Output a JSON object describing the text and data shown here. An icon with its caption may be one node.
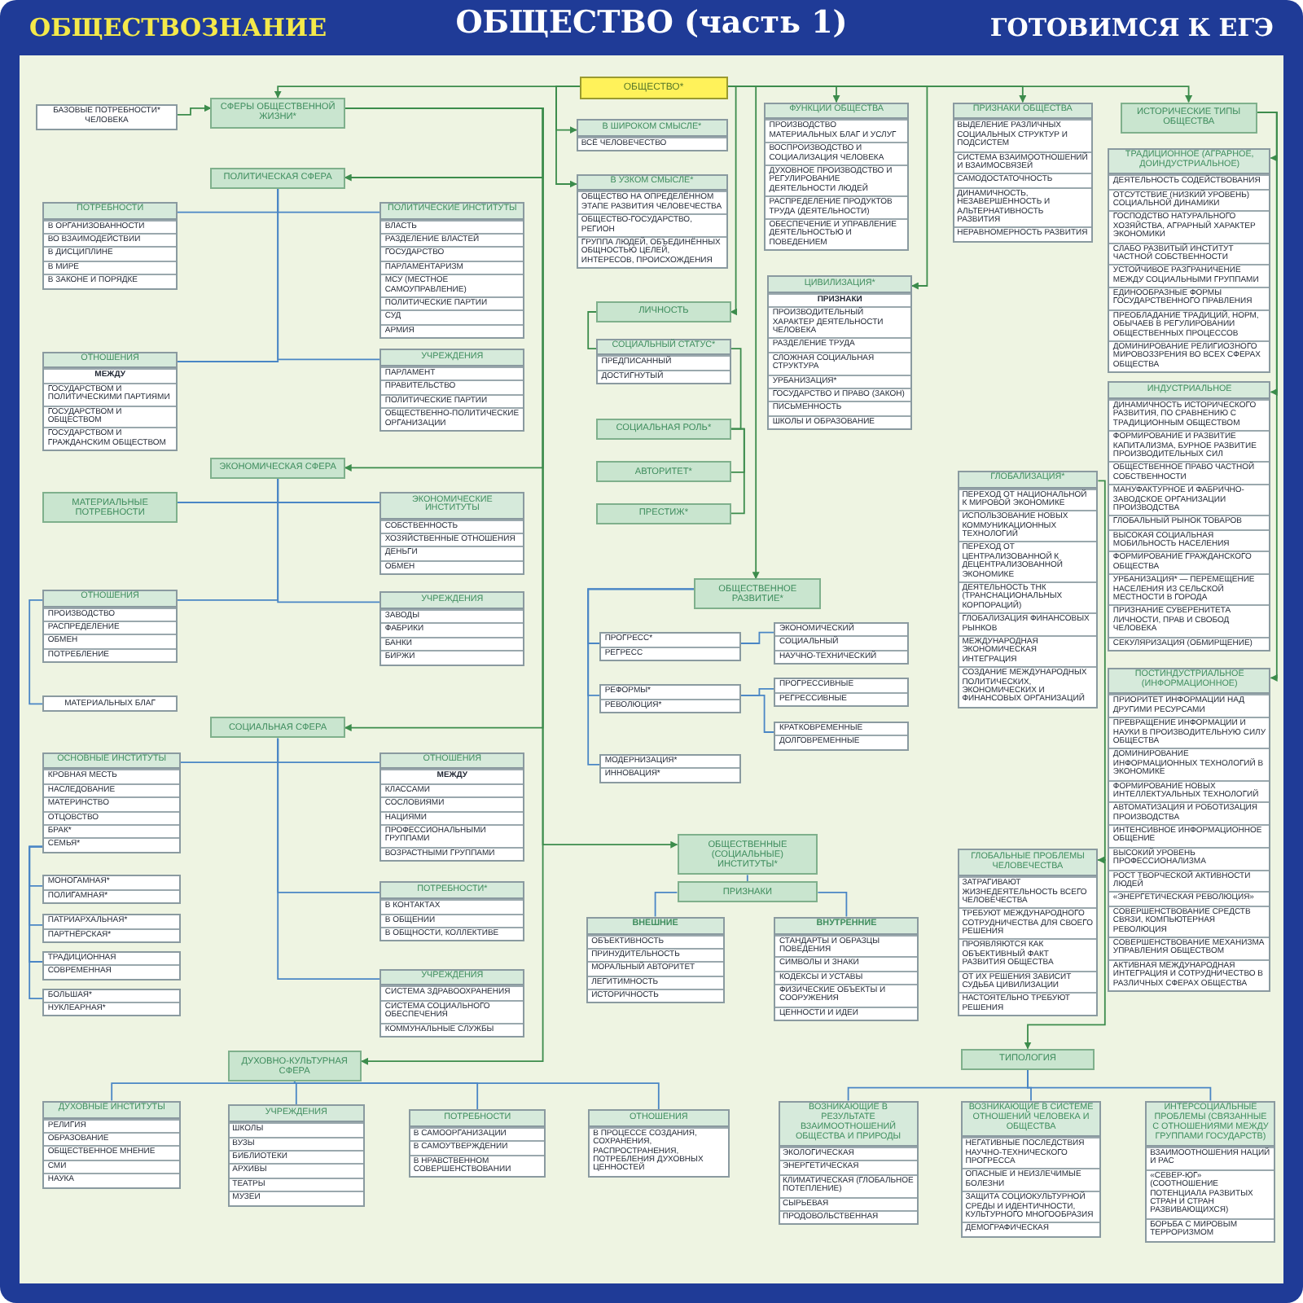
{
  "diagram": {
    "title": "ОБЩЕСТВО (часть 1)",
    "nodes": [
      {
        "text": [
          "ОБЩЕСТВО*"
        ]
      },
      {
        "text": [
          "БАЗОВЫЕ ПОТРЕБНОСТИ* ЧЕЛОВЕКА"
        ]
      },
      {
        "text": [
          "СФЕРЫ ОБЩЕСТВЕННОЙ ЖИЗНИ*"
        ]
      },
      {
        "text": [
          "В ШИРОКОМ СМЫСЛЕ*",
          "ВСЁ ЧЕЛОВЕЧЕСТВО"
        ]
      },
      {
        "text": [
          "В УЗКОМ СМЫСЛЕ*",
          "ОБЩЕСТВО НА ОПРЕДЕЛЁННОМ ЭТАПЕ РАЗВИТИЯ ЧЕЛОВЕЧЕСТВА",
          "ОБЩЕСТВО-ГОСУДАРСТВО, РЕГИОН",
          "ГРУППА ЛЮДЕЙ, ОБЪЕДИНЁННЫХ ОБЩНОСТЬЮ ЦЕЛЕЙ, ИНТЕРЕСОВ, ПРОИСХОЖДЕНИЯ"
        ]
      },
      {
        "text": [
          "ФУНКЦИИ ОБЩЕСТВА",
          "ПРОИЗВОДСТВО МАТЕРИАЛЬНЫХ БЛАГ И УСЛУГ",
          "ВОСПРОИЗВОДСТВО И СОЦИАЛИЗАЦИЯ ЧЕЛОВЕКА",
          "ДУХОВНОЕ ПРОИЗВОДСТВО И РЕГУЛИРОВАНИЕ ДЕЯТЕЛЬНОСТИ ЛЮДЕЙ",
          "РАСПРЕДЕЛЕНИЕ ПРОДУКТОВ ТРУДА (ДЕЯТЕЛЬНОСТИ)",
          "ОБЕСПЕЧЕНИЕ И УПРАВЛЕНИЕ ДЕЯТЕЛЬНОСТЬЮ И ПОВЕДЕНИЕМ"
        ]
      },
      {
        "text": [
          "ПРИЗНАКИ ОБЩЕСТВА",
          "ВЫДЕЛЕНИЕ РАЗЛИЧНЫХ СОЦИАЛЬНЫХ СТРУКТУР И ПОДСИСТЕМ",
          "СИСТЕМА ВЗАИМООТНОШЕНИЙ И ВЗАИМОСВЯЗЕЙ",
          "САМОДОСТАТОЧНОСТЬ",
          "ДИНАМИЧНОСТЬ, НЕЗАВЕРШЁННОСТЬ И АЛЬТЕРНАТИВНОСТЬ РАЗВИТИЯ",
          "НЕРАВНОМЕРНОСТЬ РАЗВИТИЯ"
        ]
      },
      {
        "text": [
          "ИСТОРИЧЕСКИЕ ТИПЫ ОБЩЕСТВА"
        ]
      },
      {
        "text": [
          "ТРАДИЦИОННОЕ (АГРАРНОЕ, ДОИНДУСТРИАЛЬНОЕ)",
          "ДЕЯТЕЛЬНОСТЬ СОДЕЙСТВОВАНИЯ",
          "ОТСУТСТВИЕ (НИЗКИЙ УРОВЕНЬ) СОЦИАЛЬНОЙ ДИНАМИКИ",
          "ГОСПОДСТВО НАТУРАЛЬНОГО ХОЗЯЙСТВА, АГРАРНЫЙ ХАРАКТЕР ЭКОНОМИКИ",
          "СЛАБО РАЗВИТЫЙ ИНСТИТУТ ЧАСТНОЙ СОБСТВЕННОСТИ",
          "УСТОЙЧИВОЕ РАЗГРАНИЧЕНИЕ МЕЖДУ СОЦИАЛЬНЫМИ ГРУППАМИ",
          "ЕДИНООБРАЗНЫЕ ФОРМЫ ГОСУДАРСТВЕННОГО ПРАВЛЕНИЯ",
          "ПРЕОБЛАДАНИЕ ТРАДИЦИЙ, НОРМ, ОБЫЧАЕВ В РЕГУЛИРОВАНИИ ОБЩЕСТВЕННЫХ ПРОЦЕССОВ",
          "ДОМИНИРОВАНИЕ РЕЛИГИОЗНОГО МИРОВОЗЗРЕНИЯ ВО ВСЕХ СФЕРАХ ОБЩЕСТВА"
        ]
      },
      {
        "text": [
          "ИНДУСТРИАЛЬНОЕ",
          "ДИНАМИЧНОСТЬ ИСТОРИЧЕСКОГО РАЗВИТИЯ, ПО СРАВНЕНИЮ С ТРАДИЦИОННЫМ ОБЩЕСТВОМ",
          "ФОРМИРОВАНИЕ И РАЗВИТИЕ КАПИТАЛИЗМА, БУРНОЕ РАЗВИТИЕ ПРОИЗВОДИТЕЛЬНЫХ СИЛ",
          "ОБЩЕСТВЕННОЕ ПРАВО ЧАСТНОЙ СОБСТВЕННОСТИ",
          "МАНУФАКТУРНОЕ И ФАБРИЧНО-ЗАВОДСКОЕ ОРГАНИЗАЦИИ ПРОИЗВОДСТВА",
          "ГЛОБАЛЬНЫЙ РЫНОК ТОВАРОВ",
          "ВЫСОКАЯ СОЦИАЛЬНАЯ МОБИЛЬНОСТЬ НАСЕЛЕНИЯ",
          "ФОРМИРОВАНИЕ ГРАЖДАНСКОГО ОБЩЕСТВА",
          "УРБАНИЗАЦИЯ* — ПЕРЕМЕЩЕНИЕ НАСЕЛЕНИЯ ИЗ СЕЛЬСКОЙ МЕСТНОСТИ В ГОРОДА",
          "ПРИЗНАНИЕ СУВЕРЕНИТЕТА ЛИЧНОСТИ, ПРАВ И СВОБОД ЧЕЛОВЕКА",
          "СЕКУЛЯРИЗАЦИЯ (ОБМИРЩЕНИЕ)"
        ]
      },
      {
        "text": [
          "ПОСТИНДУСТРИАЛЬНОЕ (ИНФОРМАЦИОННОЕ)",
          "ПРИОРИТЕТ ИНФОРМАЦИИ НАД ДРУГИМИ РЕСУРСАМИ",
          "ПРЕВРАЩЕНИЕ ИНФОРМАЦИИ И НАУКИ В ПРОИЗВОДИТЕЛЬНУЮ СИЛУ ОБЩЕСТВА",
          "ДОМИНИРОВАНИЕ ИНФОРМАЦИОННЫХ ТЕХНОЛОГИЙ В ЭКОНОМИКЕ",
          "ФОРМИРОВАНИЕ НОВЫХ ИНТЕЛЛЕКТУАЛЬНЫХ ТЕХНОЛОГИЙ",
          "АВТОМАТИЗАЦИЯ И РОБОТИЗАЦИЯ ПРОИЗВОДСТВА",
          "ИНТЕНСИВНОЕ ИНФОРМАЦИОННОЕ ОБЩЕНИЕ",
          "ВЫСОКИЙ УРОВЕНЬ ПРОФЕССИОНАЛИЗМА",
          "РОСТ ТВОРЧЕСКОЙ АКТИВНОСТИ ЛЮДЕЙ",
          "«ЭНЕРГЕТИЧЕСКАЯ РЕВОЛЮЦИЯ»",
          "СОВЕРШЕНСТВОВАНИЕ СРЕДСТВ СВЯЗИ, КОМПЬЮТЕРНАЯ РЕВОЛЮЦИЯ",
          "СОВЕРШЕНСТВОВАНИЕ МЕХАНИЗМА УПРАВЛЕНИЯ ОБЩЕСТВОМ",
          "АКТИВНАЯ МЕЖДУНАРОДНАЯ ИНТЕГРАЦИЯ И СОТРУДНИЧЕСТВО В РАЗЛИЧНЫХ СФЕРАХ ОБЩЕСТВА"
        ]
      },
      {
        "text": [
          "ЛИЧНОСТЬ"
        ]
      },
      {
        "text": [
          "СОЦИАЛЬНЫЙ СТАТУС*",
          "ПРЕДПИСАННЫЙ",
          "ДОСТИГНУТЫЙ"
        ]
      },
      {
        "text": [
          "СОЦИАЛЬНАЯ РОЛЬ*"
        ]
      },
      {
        "text": [
          "АВТОРИТЕТ*"
        ]
      },
      {
        "text": [
          "ПРЕСТИЖ*"
        ]
      },
      {
        "text": [
          "ЦИВИЛИЗАЦИЯ*",
          "ПРИЗНАКИ",
          "ПРОИЗВОДИТЕЛЬНЫЙ ХАРАКТЕР ДЕЯТЕЛЬНОСТИ ЧЕЛОВЕКА",
          "РАЗДЕЛЕНИЕ ТРУДА",
          "СЛОЖНАЯ СОЦИАЛЬНАЯ СТРУКТУРА",
          "УРБАНИЗАЦИЯ*",
          "ГОСУДАРСТВО И ПРАВО (ЗАКОН)",
          "ПИСЬМЕННОСТЬ",
          "ШКОЛЫ И ОБРАЗОВАНИЕ"
        ]
      },
      {
        "text": [
          "ГЛОБАЛИЗАЦИЯ*",
          "ПЕРЕХОД ОТ НАЦИОНАЛЬНОЙ К МИРОВОЙ ЭКОНОМИКЕ",
          "ИСПОЛЬЗОВАНИЕ НОВЫХ КОММУНИКАЦИОННЫХ ТЕХНОЛОГИЙ",
          "ПЕРЕХОД ОТ ЦЕНТРАЛИЗОВАННОЙ К ДЕЦЕНТРАЛИЗОВАННОЙ ЭКОНОМИКЕ",
          "ДЕЯТЕЛЬНОСТЬ ТНК (ТРАНСНАЦИОНАЛЬНЫХ КОРПОРАЦИЙ)",
          "ГЛОБАЛИЗАЦИЯ ФИНАНСОВЫХ РЫНКОВ",
          "МЕЖДУНАРОДНАЯ ЭКОНОМИЧЕСКАЯ ИНТЕГРАЦИЯ",
          "СОЗДАНИЕ МЕЖДУНАРОДНЫХ ПОЛИТИЧЕСКИХ, ЭКОНОМИЧЕСКИХ И ФИНАНСОВЫХ ОРГАНИЗАЦИЙ"
        ]
      },
      {
        "text": [
          "ОБЩЕСТВЕННОЕ РАЗВИТИЕ*"
        ]
      },
      {
        "text": [
          "ПРОГРЕСС*",
          "РЕГРЕСС"
        ]
      },
      {
        "text": [
          "ЭКОНОМИЧЕСКИЙ",
          "СОЦИАЛЬНЫЙ",
          "НАУЧНО-ТЕХНИЧЕСКИЙ"
        ]
      },
      {
        "text": [
          "РЕФОРМЫ*",
          "РЕВОЛЮЦИЯ*"
        ]
      },
      {
        "text": [
          "ПРОГРЕССИВНЫЕ",
          "РЕГРЕССИВНЫЕ"
        ]
      },
      {
        "text": [
          "КРАТКОВРЕМЕННЫЕ",
          "ДОЛГОВРЕМЕННЫЕ"
        ]
      },
      {
        "text": [
          "МОДЕРНИЗАЦИЯ*",
          "ИННОВАЦИЯ*"
        ]
      },
      {
        "text": [
          "ОБЩЕСТВЕННЫЕ (СОЦИАЛЬНЫЕ) ИНСТИТУТЫ*"
        ]
      },
      {
        "text": [
          "ПРИЗНАКИ"
        ]
      },
      {
        "text": [
          "ВНЕШНИЕ",
          "ОБЪЕКТИВНОСТЬ",
          "ПРИНУДИТЕЛЬНОСТЬ",
          "МОРАЛЬНЫЙ АВТОРИТЕТ",
          "ЛЕГИТИМНОСТЬ",
          "ИСТОРИЧНОСТЬ"
        ]
      },
      {
        "text": [
          "ВНУТРЕННИЕ",
          "СТАНДАРТЫ И ОБРАЗЦЫ ПОВЕДЕНИЯ",
          "СИМВОЛЫ И ЗНАКИ",
          "КОДЕКСЫ И УСТАВЫ",
          "ФИЗИЧЕСКИЕ ОБЪЕКТЫ И СООРУЖЕНИЯ",
          "ЦЕННОСТИ И ИДЕИ"
        ]
      },
      {
        "text": [
          "ГЛОБАЛЬНЫЕ ПРОБЛЕМЫ ЧЕЛОВЕЧЕСТВА",
          "ЗАТРАГИВАЮТ ЖИЗНЕДЕЯТЕЛЬНОСТЬ ВСЕГО ЧЕЛОВЕЧЕСТВА",
          "ТРЕБУЮТ МЕЖДУНАРОДНОГО СОТРУДНИЧЕСТВА ДЛЯ СВОЕГО РЕШЕНИЯ",
          "ПРОЯВЛЯЮТСЯ КАК ОБЪЕКТИВНЫЙ ФАКТ РАЗВИТИЯ ОБЩЕСТВА",
          "ОТ ИХ РЕШЕНИЯ ЗАВИСИТ СУДЬБА ЦИВИЛИЗАЦИИ",
          "НАСТОЯТЕЛЬНО ТРЕБУЮТ РЕШЕНИЯ"
        ]
      },
      {
        "text": [
          "ТИПОЛОГИЯ"
        ]
      },
      {
        "text": [
          "ВОЗНИКАЮЩИЕ В РЕЗУЛЬТАТЕ ВЗАИМООТНОШЕНИЙ ОБЩЕСТВА И ПРИРОДЫ",
          "ЭКОЛОГИЧЕСКАЯ",
          "ЭНЕРГЕТИЧЕСКАЯ",
          "КЛИМАТИЧЕСКАЯ (ГЛОБАЛЬНОЕ ПОТЕПЛЕНИЕ)",
          "СЫРЬЕВАЯ",
          "ПРОДОВОЛЬСТВЕННАЯ"
        ]
      },
      {
        "text": [
          "ВОЗНИКАЮЩИЕ В СИСТЕМЕ ОТНОШЕНИЙ ЧЕЛОВЕКА И ОБЩЕСТВА",
          "НЕГАТИВНЫЕ ПОСЛЕДСТВИЯ НАУЧНО-ТЕХНИЧЕСКОГО ПРОГРЕССА",
          "ОПАСНЫЕ И НЕИЗЛЕЧИМЫЕ БОЛЕЗНИ",
          "ЗАЩИТА СОЦИОКУЛЬТУРНОЙ СРЕДЫ И ИДЕНТИЧНОСТИ, КУЛЬТУРНОГО МНОГООБРАЗИЯ",
          "ДЕМОГРАФИЧЕСКАЯ"
        ]
      },
      {
        "text": [
          "ИНТЕРСОЦИАЛЬНЫЕ ПРОБЛЕМЫ (СВЯЗАННЫЕ С ОТНОШЕНИЯМИ МЕЖДУ ГРУППАМИ ГОСУДАРСТВ)",
          "ВЗАИМООТНОШЕНИЯ НАЦИЙ И РАС",
          "«СЕВЕР-ЮГ» (СООТНОШЕНИЕ ПОТЕНЦИАЛА РАЗВИТЫХ СТРАН И СТРАН РАЗВИВАЮЩИХСЯ)",
          "БОРЬБА С МИРОВЫМ ТЕРРОРИЗМОМ"
        ]
      },
      {
        "text": [
          "ПОЛИТИЧЕСКАЯ СФЕРА"
        ]
      },
      {
        "text": [
          "ПОТРЕБНОСТИ",
          "В ОРГАНИЗОВАННОСТИ",
          "ВО ВЗАИМОДЕЙСТВИИ",
          "В ДИСЦИПЛИНЕ",
          "В МИРЕ",
          "В ЗАКОНЕ И ПОРЯДКЕ"
        ]
      },
      {
        "text": [
          "ПОЛИТИЧЕСКИЕ ИНСТИТУТЫ",
          "ВЛАСТЬ",
          "РАЗДЕЛЕНИЕ ВЛАСТЕЙ",
          "ГОСУДАРСТВО",
          "ПАРЛАМЕНТАРИЗМ",
          "МСУ (МЕСТНОЕ САМОУПРАВЛЕНИЕ)",
          "ПОЛИТИЧЕСКИЕ ПАРТИИ",
          "СУД",
          "АРМИЯ"
        ]
      },
      {
        "text": [
          "ОТНОШЕНИЯ",
          "МЕЖДУ",
          "ГОСУДАРСТВОМ И ПОЛИТИЧЕСКИМИ ПАРТИЯМИ",
          "ГОСУДАРСТВОМ И ОБЩЕСТВОМ",
          "ГОСУДАРСТВОМ И ГРАЖДАНСКИМ ОБЩЕСТВОМ"
        ]
      },
      {
        "text": [
          "УЧРЕЖДЕНИЯ",
          "ПАРЛАМЕНТ",
          "ПРАВИТЕЛЬСТВО",
          "ПОЛИТИЧЕСКИЕ ПАРТИИ",
          "ОБЩЕСТВЕННО-ПОЛИТИЧЕСКИЕ ОРГАНИЗАЦИИ"
        ]
      },
      {
        "text": [
          "ЭКОНОМИЧЕСКАЯ СФЕРА"
        ]
      },
      {
        "text": [
          "МАТЕРИАЛЬНЫЕ ПОТРЕБНОСТИ"
        ]
      },
      {
        "text": [
          "ЭКОНОМИЧЕСКИЕ ИНСТИТУТЫ",
          "СОБСТВЕННОСТЬ",
          "ХОЗЯЙСТВЕННЫЕ ОТНОШЕНИЯ",
          "ДЕНЬГИ",
          "ОБМЕН"
        ]
      },
      {
        "text": [
          "ОТНОШЕНИЯ",
          "ПРОИЗВОДСТВО",
          "РАСПРЕДЕЛЕНИЕ",
          "ОБМЕН",
          "ПОТРЕБЛЕНИЕ"
        ]
      },
      {
        "text": [
          "МАТЕРИАЛЬНЫХ БЛАГ"
        ]
      },
      {
        "text": [
          "УЧРЕЖДЕНИЯ",
          "ЗАВОДЫ",
          "ФАБРИКИ",
          "БАНКИ",
          "БИРЖИ"
        ]
      },
      {
        "text": [
          "СОЦИАЛЬНАЯ СФЕРА"
        ]
      },
      {
        "text": [
          "ОСНОВНЫЕ ИНСТИТУТЫ",
          "КРОВНАЯ МЕСТЬ",
          "НАСЛЕДОВАНИЕ",
          "МАТЕРИНСТВО",
          "ОТЦОВСТВО",
          "БРАК*",
          "СЕМЬЯ*"
        ]
      },
      {
        "text": [
          "МОНОГАМНАЯ*",
          "ПОЛИГАМНАЯ*"
        ]
      },
      {
        "text": [
          "ПАТРИАРХАЛЬНАЯ*",
          "ПАРТНЁРСКАЯ*"
        ]
      },
      {
        "text": [
          "ТРАДИЦИОННАЯ",
          "СОВРЕМЕННАЯ"
        ]
      },
      {
        "text": [
          "БОЛЬШАЯ*",
          "НУКЛЕАРНАЯ*"
        ]
      },
      {
        "text": [
          "ОТНОШЕНИЯ",
          "МЕЖДУ",
          "КЛАССАМИ",
          "СОСЛОВИЯМИ",
          "НАЦИЯМИ",
          "ПРОФЕССИОНАЛЬНЫМИ ГРУППАМИ",
          "ВОЗРАСТНЫМИ ГРУППАМИ"
        ]
      },
      {
        "text": [
          "ПОТРЕБНОСТИ*",
          "В КОНТАКТАХ",
          "В ОБЩЕНИИ",
          "В ОБЩНОСТИ, КОЛЛЕКТИВЕ"
        ]
      },
      {
        "text": [
          "УЧРЕЖДЕНИЯ",
          "СИСТЕМА ЗДРАВООХРАНЕНИЯ",
          "СИСТЕМА СОЦИАЛЬНОГО ОБЕСПЕЧЕНИЯ",
          "КОММУНАЛЬНЫЕ СЛУЖБЫ"
        ]
      },
      {
        "text": [
          "ДУХОВНО-КУЛЬТУРНАЯ СФЕРА"
        ]
      },
      {
        "text": [
          "ДУХОВНЫЕ ИНСТИТУТЫ",
          "РЕЛИГИЯ",
          "ОБРАЗОВАНИЕ",
          "ОБЩЕСТВЕННОЕ МНЕНИЕ",
          "СМИ",
          "НАУКА"
        ]
      },
      {
        "text": [
          "УЧРЕЖДЕНИЯ",
          "ШКОЛЫ",
          "ВУЗЫ",
          "БИБЛИОТЕКИ",
          "АРХИВЫ",
          "ТЕАТРЫ",
          "МУЗЕИ"
        ]
      },
      {
        "text": [
          "ПОТРЕБНОСТИ",
          "В САМООРГАНИЗАЦИИ",
          "В САМОУТВЕРЖДЕНИИ",
          "В НРАВСТВЕННОМ СОВЕРШЕНСТВОВАНИИ"
        ]
      },
      {
        "text": [
          "ОТНОШЕНИЯ",
          "В ПРОЦЕССЕ СОЗДАНИЯ, СОХРАНЕНИЯ, РАСПРОСТРАНЕНИЯ, ПОТРЕБЛЕНИЯ ДУХОВНЫХ ЦЕННОСТЕЙ"
        ]
      }
    ],
    "edges": [
      {
        "from": 1,
        "to": 2,
        "arrow": "to",
        "color": "#3c8c4c"
      },
      {
        "from": 0,
        "to": 2,
        "arrow": "to",
        "color": "#3c8c4c"
      },
      {
        "from": 0,
        "to": 3,
        "arrow": "to",
        "color": "#3c8c4c"
      },
      {
        "from": 0,
        "to": 4,
        "arrow": "to",
        "color": "#3c8c4c"
      },
      {
        "from": 0,
        "to": 11,
        "arrow": "to",
        "color": "#3c8c4c"
      },
      {
        "from": 0,
        "to": 18,
        "arrow": "to",
        "color": "#3c8c4c"
      },
      {
        "from": 0,
        "to": 5,
        "arrow": "to",
        "color": "#3c8c4c"
      },
      {
        "from": 0,
        "to": 6,
        "arrow": "to",
        "color": "#3c8c4c"
      },
      {
        "from": 0,
        "to": 7,
        "arrow": "to",
        "color": "#3c8c4c"
      },
      {
        "from": 0,
        "to": 16,
        "arrow": "to",
        "color": "#3c8c4c"
      },
      {
        "from": 2,
        "to": 34,
        "arrow": "to",
        "color": "#3c8c4c"
      },
      {
        "from": 2,
        "to": 39,
        "arrow": "to",
        "color": "#3c8c4c"
      },
      {
        "from": 2,
        "to": 45,
        "arrow": "to",
        "color": "#3c8c4c"
      },
      {
        "from": 2,
        "to": 54,
        "arrow": "to",
        "color": "#3c8c4c"
      },
      {
        "from": 2,
        "to": 25,
        "arrow": "to",
        "color": "#3c8c4c"
      },
      {
        "from": 11,
        "to": 12,
        "arrow": "none",
        "color": "#3c8c4c"
      },
      {
        "from": 12,
        "to": 13,
        "arrow": "none",
        "color": "#3c8c4c"
      },
      {
        "from": 13,
        "to": 14,
        "arrow": "none",
        "color": "#3c8c4c"
      },
      {
        "from": 13,
        "to": 15,
        "arrow": "none",
        "color": "#3c8c4c"
      },
      {
        "from": 7,
        "to": 8,
        "arrow": "to",
        "color": "#3c8c4c"
      },
      {
        "from": 7,
        "to": 9,
        "arrow": "to",
        "color": "#3c8c4c"
      },
      {
        "from": 7,
        "to": 10,
        "arrow": "to",
        "color": "#3c8c4c"
      },
      {
        "from": 17,
        "to": 29,
        "arrow": "to",
        "color": "#3c8c4c"
      },
      {
        "from": 29,
        "to": 30,
        "arrow": "to",
        "color": "#3c8c4c"
      },
      {
        "from": 34,
        "to": 35,
        "arrow": "none"
      },
      {
        "from": 34,
        "to": 36,
        "arrow": "none"
      },
      {
        "from": 34,
        "to": 37,
        "arrow": "none"
      },
      {
        "from": 34,
        "to": 38,
        "arrow": "none"
      },
      {
        "from": 39,
        "to": 40,
        "arrow": "none"
      },
      {
        "from": 39,
        "to": 41,
        "arrow": "none"
      },
      {
        "from": 39,
        "to": 42,
        "arrow": "none"
      },
      {
        "from": 39,
        "to": 44,
        "arrow": "none"
      },
      {
        "from": 42,
        "to": 43,
        "arrow": "none"
      },
      {
        "from": 45,
        "to": 46,
        "arrow": "none"
      },
      {
        "from": 45,
        "to": 51,
        "arrow": "none"
      },
      {
        "from": 45,
        "to": 52,
        "arrow": "none"
      },
      {
        "from": 45,
        "to": 53,
        "arrow": "none"
      },
      {
        "from": 46,
        "to": 47,
        "arrow": "none"
      },
      {
        "from": 46,
        "to": 48,
        "arrow": "none"
      },
      {
        "from": 46,
        "to": 49,
        "arrow": "none"
      },
      {
        "from": 46,
        "to": 50,
        "arrow": "none"
      },
      {
        "from": 54,
        "to": 55,
        "arrow": "none"
      },
      {
        "from": 54,
        "to": 56,
        "arrow": "none"
      },
      {
        "from": 54,
        "to": 57,
        "arrow": "none"
      },
      {
        "from": 54,
        "to": 58,
        "arrow": "none"
      },
      {
        "from": 30,
        "to": 31,
        "arrow": "none"
      },
      {
        "from": 30,
        "to": 32,
        "arrow": "none"
      },
      {
        "from": 30,
        "to": 33,
        "arrow": "none"
      },
      {
        "from": 18,
        "to": 19,
        "arrow": "none"
      },
      {
        "from": 18,
        "to": 21,
        "arrow": "none"
      },
      {
        "from": 18,
        "to": 24,
        "arrow": "none"
      },
      {
        "from": 19,
        "to": 20,
        "arrow": "none"
      },
      {
        "from": 21,
        "to": 22,
        "arrow": "none"
      },
      {
        "from": 21,
        "to": 23,
        "arrow": "none"
      },
      {
        "from": 25,
        "to": 26,
        "arrow": "none"
      },
      {
        "from": 26,
        "to": 27,
        "arrow": "none"
      },
      {
        "from": 26,
        "to": 28,
        "arrow": "none"
      }
    ],
    "labels": [
      "ОБЩЕСТВОЗНАНИЕ",
      "ГОТОВИМСЯ К ЕГЭ"
    ]
  }
}
